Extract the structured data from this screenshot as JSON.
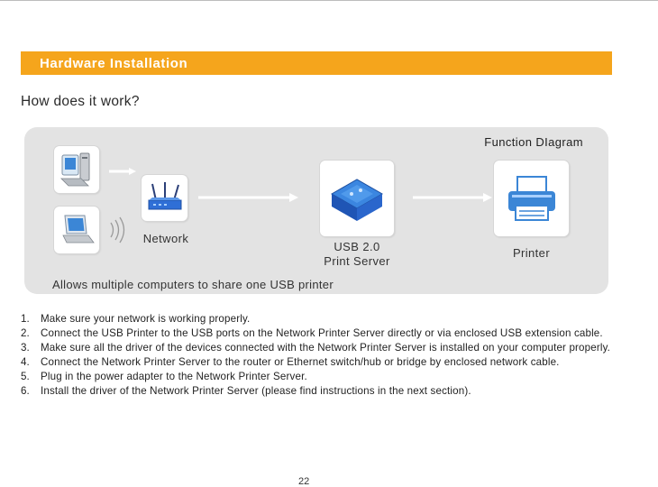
{
  "section": {
    "title": "Hardware Installation"
  },
  "question": "How does it work?",
  "diagram": {
    "title": "Function DIagram",
    "network_label": "Network",
    "server_label_line1": "USB 2.0",
    "server_label_line2": "Print Server",
    "printer_label": "Printer",
    "caption": "Allows multiple computers to share one USB printer",
    "icons": [
      "desktop-computer-icon",
      "laptop-icon",
      "wireless-signal-icon",
      "wireless-router-icon",
      "usb-print-server-icon",
      "printer-icon"
    ]
  },
  "steps": [
    {
      "num": "1.",
      "text": "Make sure your network is working properly."
    },
    {
      "num": "2.",
      "text": "Connect the USB Printer to the USB ports on the Network Printer Server directly or via enclosed USB extension cable."
    },
    {
      "num": "3.",
      "text": "Make sure all the driver of the devices connected with the Network Printer Server is installed on your computer properly."
    },
    {
      "num": "4.",
      "text": "Connect the Network Printer Server to the router or Ethernet switch/hub or bridge by enclosed network cable."
    },
    {
      "num": "5.",
      "text": "Plug in the power adapter to the Network Printer Server."
    },
    {
      "num": "6.",
      "text": "Install the driver of the Network Printer Server (please find instructions in the next section)."
    }
  ],
  "page_number": "22",
  "colors": {
    "accent_bar": "#f5a51c",
    "panel_bg": "#e3e3e3",
    "device_blue": "#2f6fd6"
  }
}
